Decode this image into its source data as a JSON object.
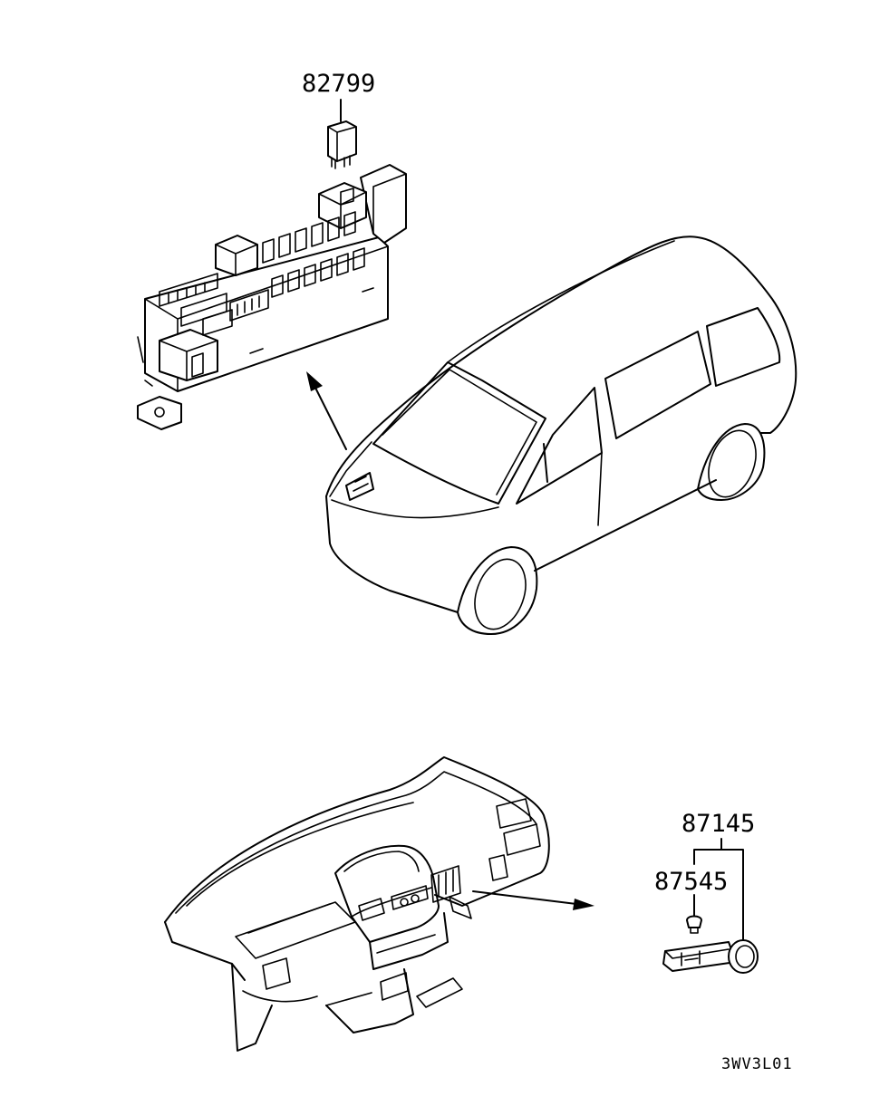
{
  "parts": {
    "relay": "82799",
    "switch_assembly": "87145",
    "bulb": "87545"
  },
  "drawing_code": "3WV3L01"
}
